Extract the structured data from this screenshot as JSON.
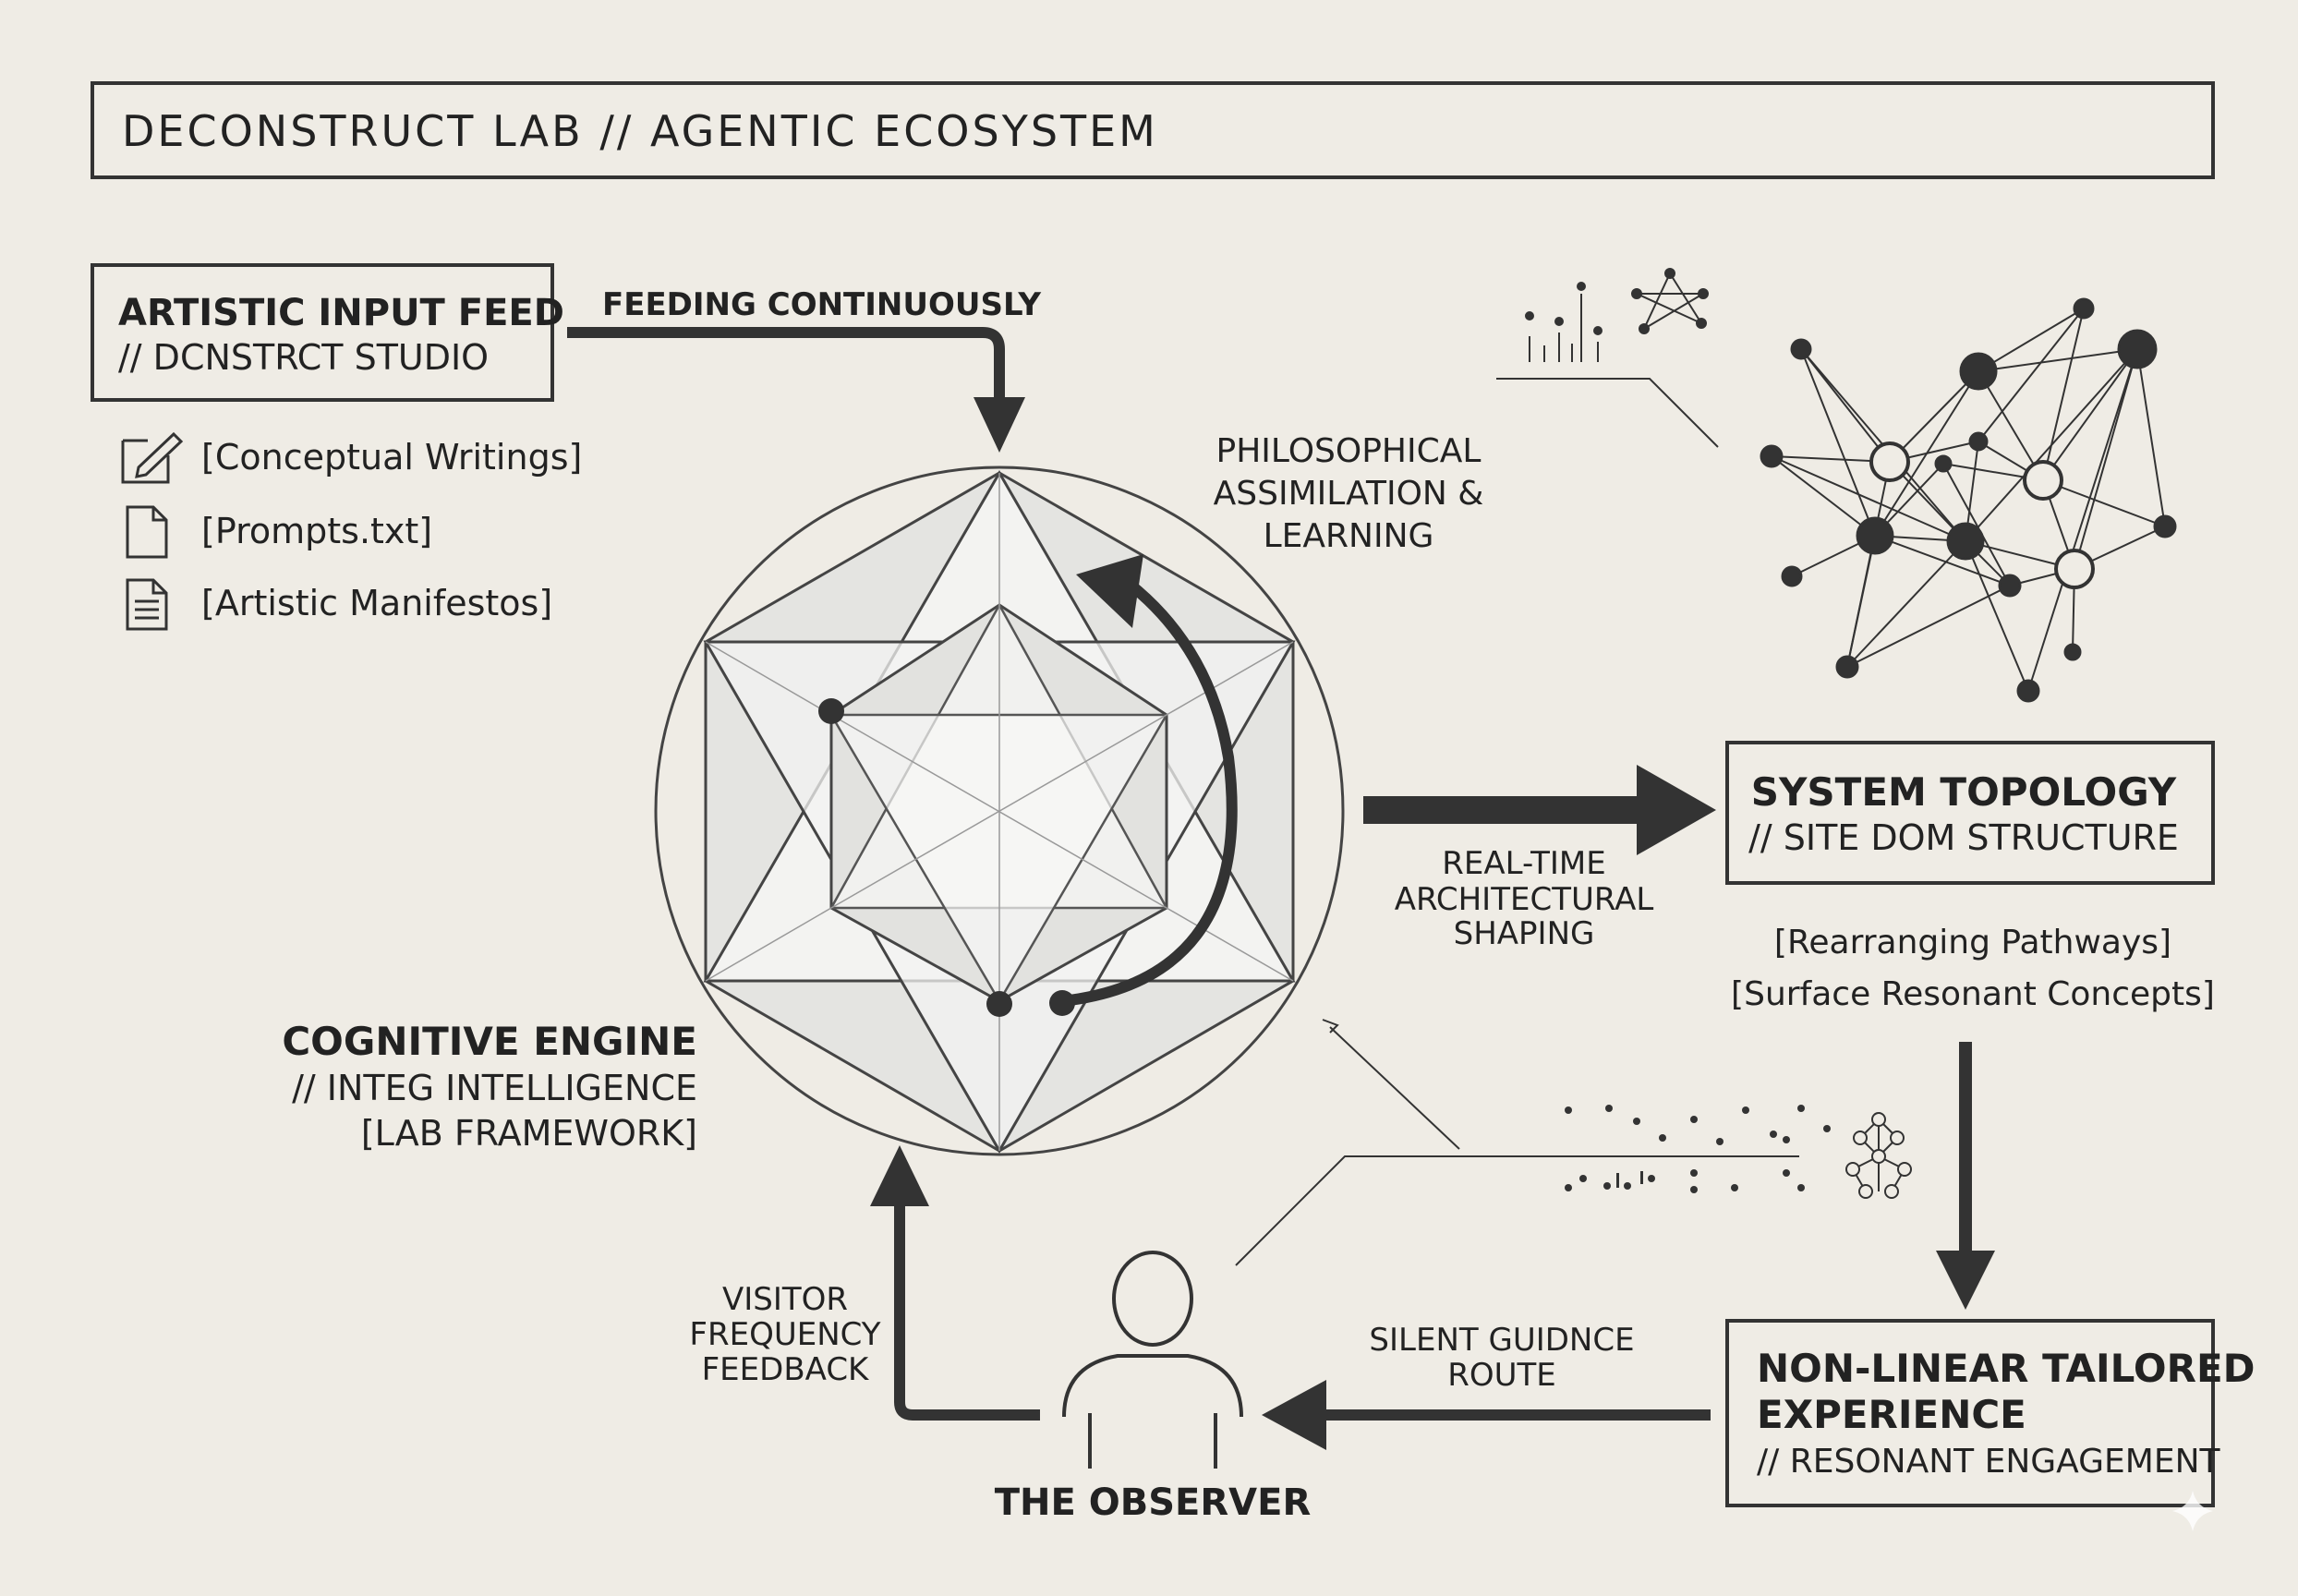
{
  "header": {
    "title": "DECONSTRUCT LAB // AGENTIC ECOSYSTEM"
  },
  "input_feed": {
    "title": "ARTISTIC INPUT FEED",
    "subtitle": "// DCNSTRCT STUDIO",
    "items": [
      {
        "icon": "pencil-note-icon",
        "label": "[Conceptual Writings]"
      },
      {
        "icon": "file-icon",
        "label": "[Prompts.txt]"
      },
      {
        "icon": "document-lines-icon",
        "label": "[Artistic Manifestos]"
      }
    ]
  },
  "flows": {
    "feeding": "FEEDING CONTINUOUSLY",
    "philosophical": [
      "PHILOSOPHICAL",
      "ASSIMILATION &",
      "LEARNING"
    ],
    "shaping": [
      "REAL-TIME",
      "ARCHITECTURAL",
      "SHAPING"
    ],
    "guidance": [
      "SILENT GUIDNCE",
      "ROUTE"
    ],
    "visitor": [
      "VISITOR",
      "FREQUENCY",
      "FEEDBACK"
    ]
  },
  "engine": {
    "title": "COGNITIVE ENGINE",
    "subtitle": "// INTEG INTELLIGENCE",
    "tag": "[LAB FRAMEWORK]"
  },
  "topology": {
    "title": "SYSTEM TOPOLOGY",
    "subtitle": "// SITE DOM STRUCTURE",
    "notes": [
      "[Rearranging Pathways]",
      "[Surface Resonant Concepts]"
    ]
  },
  "experience": {
    "title_lines": [
      "NON-LINEAR TAILORED",
      "EXPERIENCE"
    ],
    "subtitle": "// RESONANT ENGAGEMENT"
  },
  "observer": {
    "label": "THE OBSERVER"
  },
  "colors": {
    "background": "#efece5",
    "ink": "#333333",
    "shade": "#d9d9d5"
  }
}
